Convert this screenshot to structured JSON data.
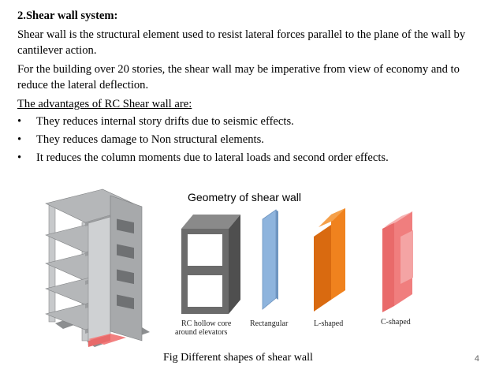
{
  "slide": {
    "heading": "2.Shear wall system:",
    "paragraph1": "Shear wall is the structural element used to resist lateral forces parallel to the plane of the wall by cantilever action.",
    "paragraph2": "For the building over 20 stories, the shear wall may be imperative from view of economy and to reduce the lateral deflection.",
    "advantages_title": "The advantages of RC Shear wall are:",
    "bullets": [
      "They reduces internal story drifts due to seismic effects.",
      "They reduces damage to Non structural elements.",
      "It reduces the column moments due to lateral loads and second order effects."
    ],
    "bullet_glyph": "•",
    "page_number": "4"
  },
  "figure": {
    "title": "Geometry of shear wall",
    "labels": {
      "hollow_core_line1": "RC hollow core",
      "hollow_core_line2": "around elevators",
      "rectangular": "Rectangular",
      "l_shaped": "L-shaped",
      "c_shaped": "C-shaped"
    },
    "caption": "Fig Different shapes of shear wall",
    "colors": {
      "core": "#6b6b6b",
      "rectangular": "#8eb4dd",
      "l_shaped": "#f0821e",
      "c_shaped": "#f07e7e",
      "building": "#b9bbbd",
      "wall_highlight": "#f28080"
    }
  }
}
